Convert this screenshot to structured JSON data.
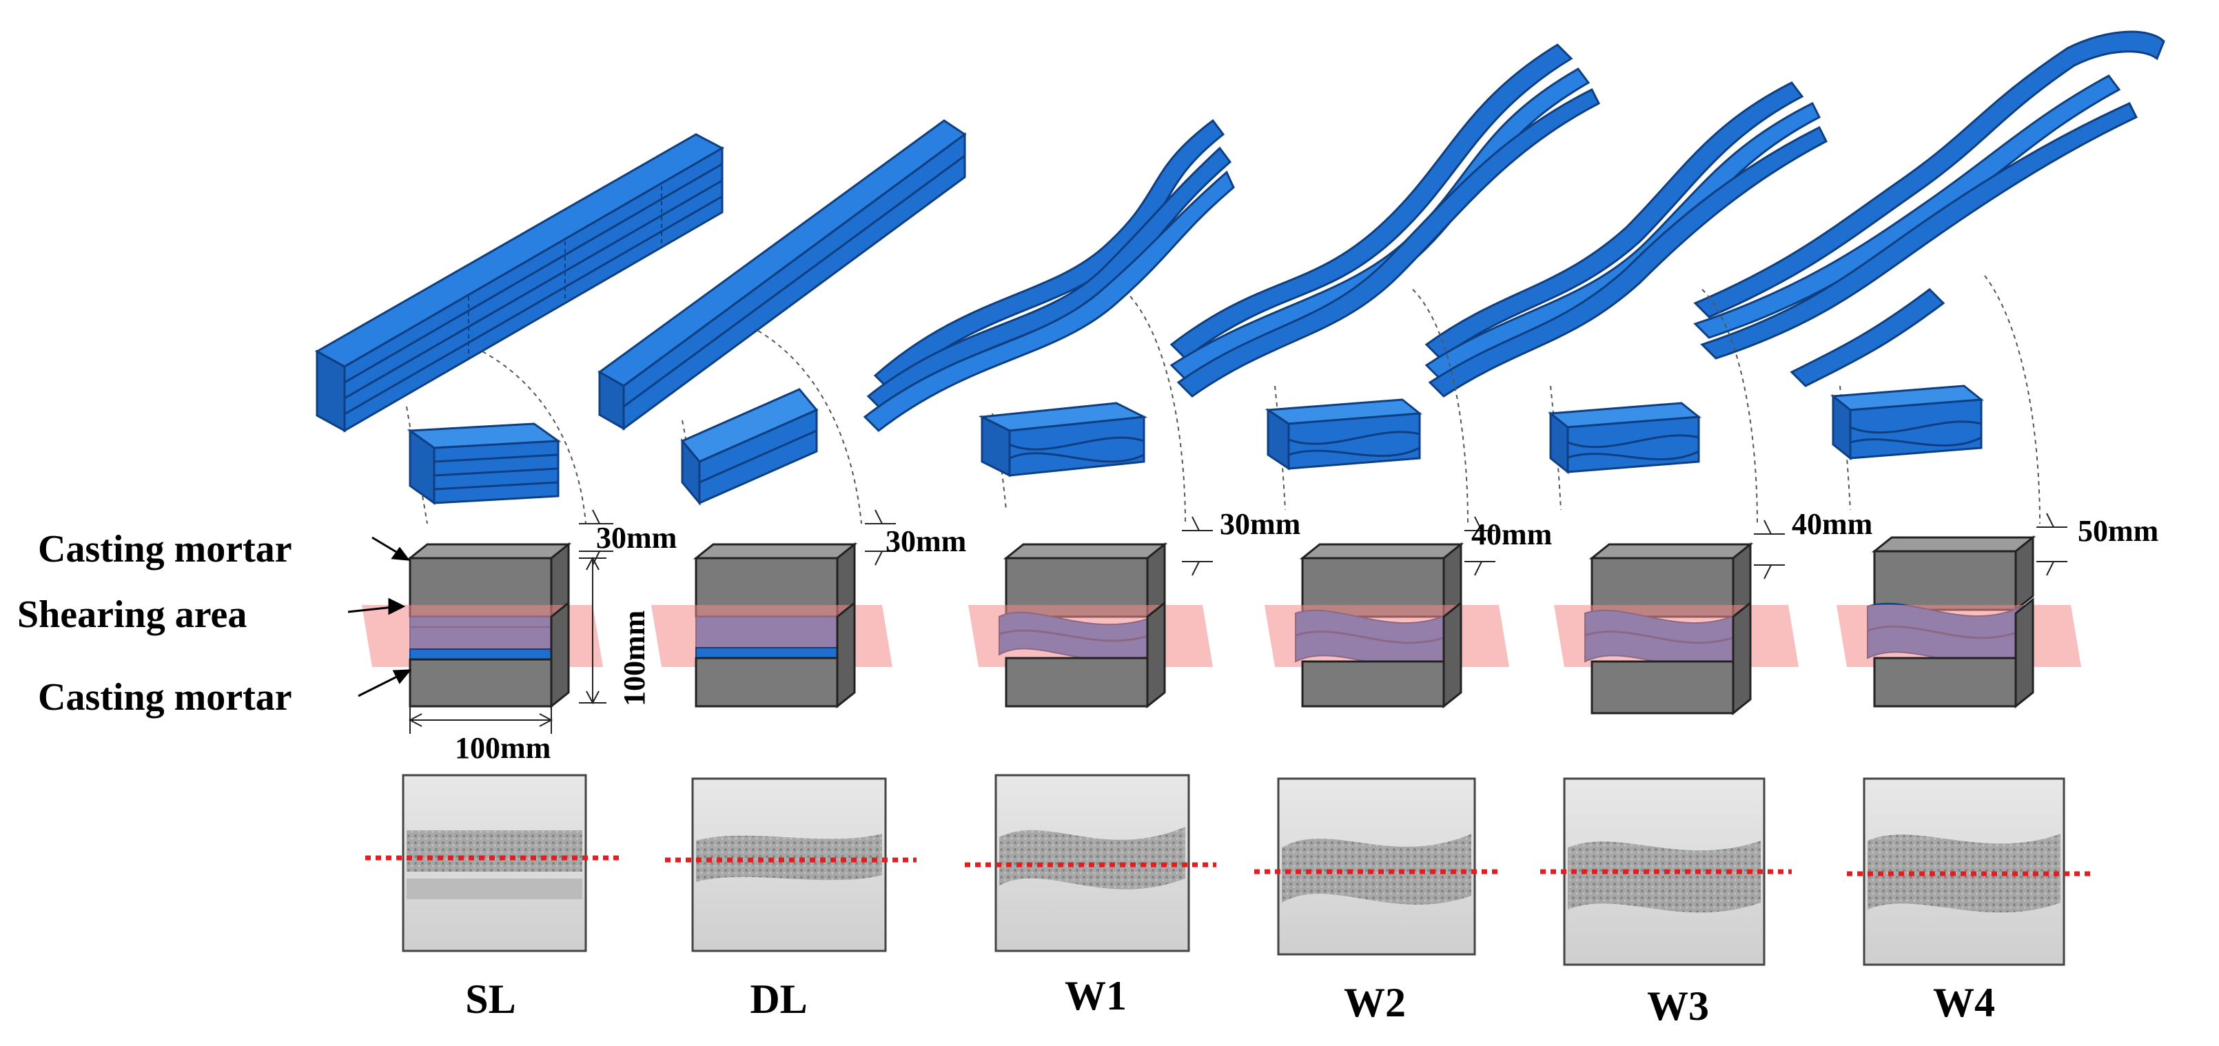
{
  "labels": {
    "top_mortar": "Casting mortar",
    "shear": "Shearing area",
    "bottom_mortar": "Casting mortar",
    "width": "100mm",
    "height": "100mm"
  },
  "specimens": [
    {
      "name": "SL",
      "thickness": "30mm"
    },
    {
      "name": "DL",
      "thickness": "30mm"
    },
    {
      "name": "W1",
      "thickness": "30mm"
    },
    {
      "name": "W2",
      "thickness": "40mm"
    },
    {
      "name": "W3",
      "thickness": "40mm"
    },
    {
      "name": "W4",
      "thickness": "50mm"
    }
  ],
  "colors": {
    "reinforcement": "#1f6fd1",
    "reinforcement_dark": "#0d3f82",
    "mortar": "#7a7a7a",
    "shear_plane": "#f48b8b",
    "photo": "#d4d4d4",
    "fracture_line": "#e02020"
  }
}
